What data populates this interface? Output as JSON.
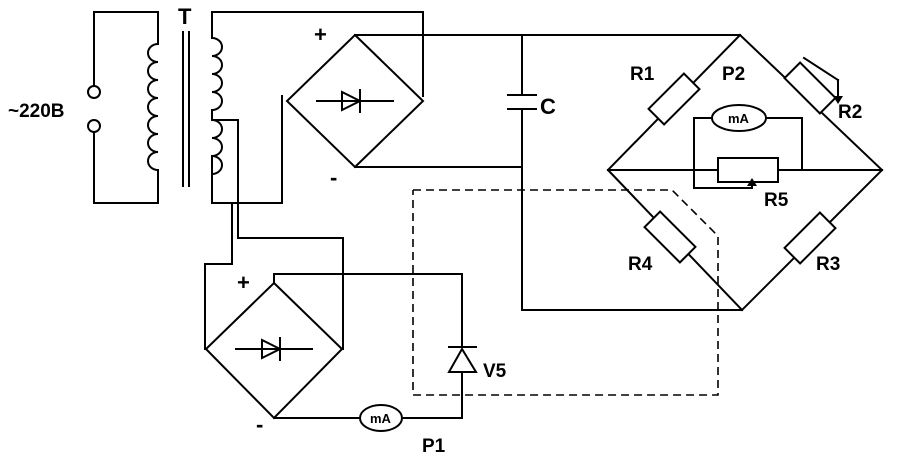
{
  "labels": {
    "supply": "~220B",
    "transformer": "T",
    "plus_top": "+",
    "minus_top": "-",
    "plus_bottom": "+",
    "minus_bottom": "-",
    "capacitor": "C",
    "r1": "R1",
    "r2": "R2",
    "r3": "R3",
    "r4": "R4",
    "r5": "R5",
    "p1": "P1",
    "p2": "P2",
    "v5": "V5",
    "meter_top": "mA",
    "meter_bottom": "mA"
  }
}
